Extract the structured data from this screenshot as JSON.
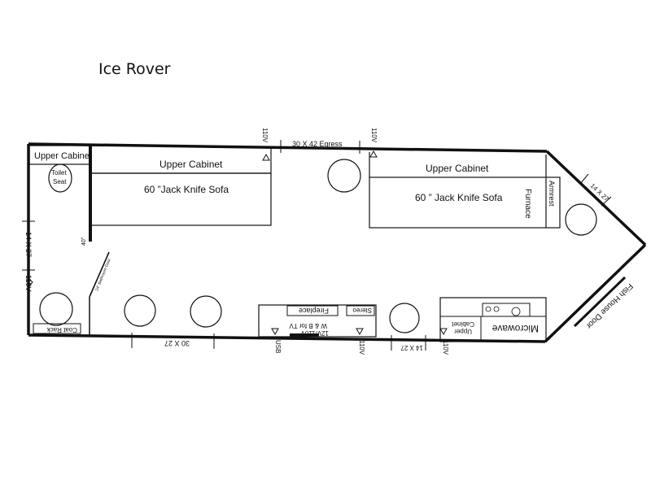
{
  "title": "Ice Rover",
  "labels": {
    "upper_cabinet_corner": "Upper Cabinet",
    "toilet_line1": "Toilet",
    "toilet_line2": "Seat",
    "upper_cabinet_left": "Upper Cabinet",
    "sofa_left": "60 ”Jack Knife Sofa",
    "upper_cabinet_right": "Upper Cabinet",
    "sofa_right": "60 ” Jack Knife Sofa",
    "furnace": "Furnace",
    "armrest": "Armrest",
    "egress": "30 X 42 Egress",
    "outlet_110v": "110V",
    "dim_14x27": "14 X 27",
    "dim_30x27": "30 X 27",
    "dim_40": "40”",
    "bathroom_door": "24” Bathroom Door",
    "coat_rack": "Coat Rack",
    "fireplace": "Fireplace",
    "stereo": "Stereo",
    "tv_line1": "12V/110V",
    "tv_line2": "W & B for TV",
    "usb": "USB",
    "upper_cabinet_small_1": "Upper",
    "upper_cabinet_small_2": "Cabinet",
    "microwave": "Microwave",
    "fish_house_door": "Fish House Door"
  }
}
